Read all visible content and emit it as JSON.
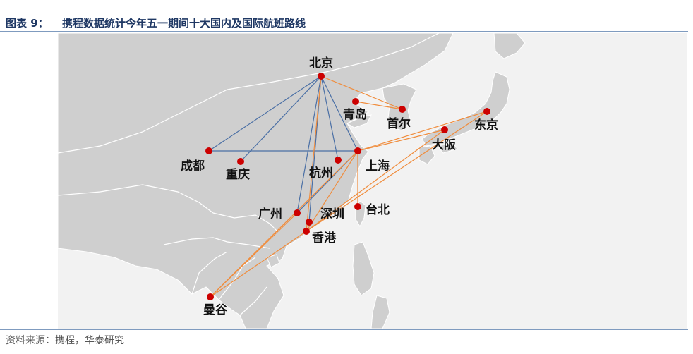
{
  "figure": {
    "label": "图表 9：",
    "title": "携程数据统计今年五一期间十大国内及国际航班路线"
  },
  "source": "资料来源：携程，华泰研究",
  "colors": {
    "land": "#cfcfcf",
    "sea": "#f2f2f2",
    "city_dot": "#cc0000",
    "domestic_route": "#4a6fa5",
    "international_route": "#f08c3c",
    "rule": "#7f9bbf"
  },
  "cities": [
    {
      "id": "beijing",
      "name": "北京"
    },
    {
      "id": "qingdao",
      "name": "青岛"
    },
    {
      "id": "seoul",
      "name": "首尔"
    },
    {
      "id": "tokyo",
      "name": "东京"
    },
    {
      "id": "osaka",
      "name": "大阪"
    },
    {
      "id": "shanghai",
      "name": "上海"
    },
    {
      "id": "hangzhou",
      "name": "杭州"
    },
    {
      "id": "chengdu",
      "name": "成都"
    },
    {
      "id": "chongqing",
      "name": "重庆"
    },
    {
      "id": "guangzhou",
      "name": "广州"
    },
    {
      "id": "shenzhen",
      "name": "深圳"
    },
    {
      "id": "hongkong",
      "name": "香港"
    },
    {
      "id": "taipei",
      "name": "台北"
    },
    {
      "id": "bangkok",
      "name": "曼谷"
    }
  ],
  "routes": {
    "domestic": [
      [
        "beijing",
        "chengdu"
      ],
      [
        "beijing",
        "chongqing"
      ],
      [
        "beijing",
        "guangzhou"
      ],
      [
        "beijing",
        "shenzhen"
      ],
      [
        "beijing",
        "hangzhou"
      ],
      [
        "beijing",
        "shanghai"
      ],
      [
        "chengdu",
        "shanghai"
      ],
      [
        "shanghai",
        "guangzhou"
      ]
    ],
    "international": [
      [
        "beijing",
        "seoul"
      ],
      [
        "qingdao",
        "seoul"
      ],
      [
        "beijing",
        "hongkong"
      ],
      [
        "shanghai",
        "tokyo"
      ],
      [
        "shanghai",
        "osaka"
      ],
      [
        "shanghai",
        "taipei"
      ],
      [
        "shanghai",
        "hongkong"
      ],
      [
        "shanghai",
        "bangkok"
      ],
      [
        "guangzhou",
        "bangkok"
      ],
      [
        "hongkong",
        "bangkok"
      ],
      [
        "hongkong",
        "tokyo"
      ],
      [
        "hongkong",
        "osaka"
      ]
    ]
  }
}
